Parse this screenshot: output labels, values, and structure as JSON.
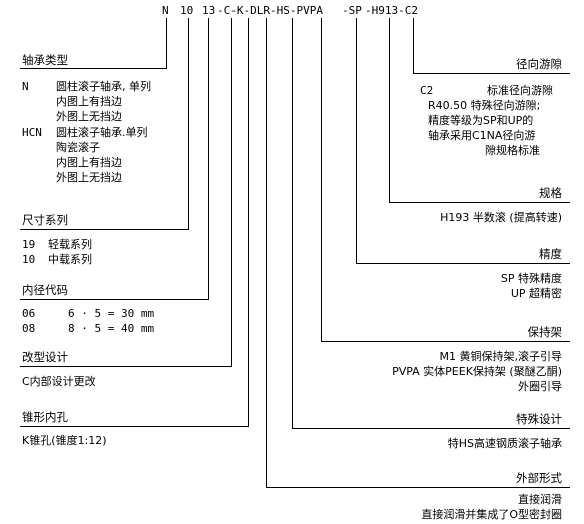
{
  "code": {
    "n": "N",
    "size_series": "10",
    "bore": "13",
    "seg1": "-C-K-DLR-HS-PVPA",
    "seg2": "-SP",
    "seg3": "-H913-C2"
  },
  "left": {
    "bearing_type": {
      "title": "轴承类型",
      "n_code": "N",
      "n_l1": "圆柱滚子轴承, 单列",
      "n_l2": "内图上有挡边",
      "n_l3": "外图上无挡边",
      "hcn_code": "HCN",
      "hcn_l1": "圆柱滚子轴承.单列",
      "hcn_l2": "陶瓷滚子",
      "hcn_l3": "内图上有挡边",
      "hcn_l4": "外图上无挡边"
    },
    "size_series": {
      "title": "尺寸系列",
      "r1_code": "19",
      "r1_text": "轻载系列",
      "r2_code": "10",
      "r2_text": "中载系列"
    },
    "bore_code": {
      "title": "内径代码",
      "r1_code": "06",
      "r1_text": "6 · 5 = 30 mm",
      "r2_code": "08",
      "r2_text": "8 · 5 = 40 mm"
    },
    "modified": {
      "title": "改型设计",
      "text": "C内部设计更改"
    },
    "taper": {
      "title": "锥形内孔",
      "text": "K锥孔(锥度1:12)"
    }
  },
  "right": {
    "clearance": {
      "title": "径向游隙",
      "c2_code": "C2",
      "c2_text": "标准径向游隙",
      "l2": "R40.50 特殊径向游隙;",
      "l3": "精度等级为SP和UP的",
      "l4": "轴承采用C1NA径向游",
      "l5": "隙规格标准"
    },
    "spec": {
      "title": "规格",
      "text": "H193 半数滚 (提高转速)"
    },
    "precision": {
      "title": "精度",
      "l1": "SP 特殊精度",
      "l2": "UP 超精密"
    },
    "cage": {
      "title": "保持架",
      "l1": "M1 黄铜保持架,滚子引导",
      "l2": "PVPA 实体PEEK保持架 (聚醚乙酮)",
      "l3": "外圈引导"
    },
    "special": {
      "title": "特殊设计",
      "text": "特HS高速钢质滚子轴承"
    },
    "outer": {
      "title": "外部形式",
      "l1": "直接润滑",
      "l2": "直接润滑并集成了O型密封圈"
    }
  }
}
